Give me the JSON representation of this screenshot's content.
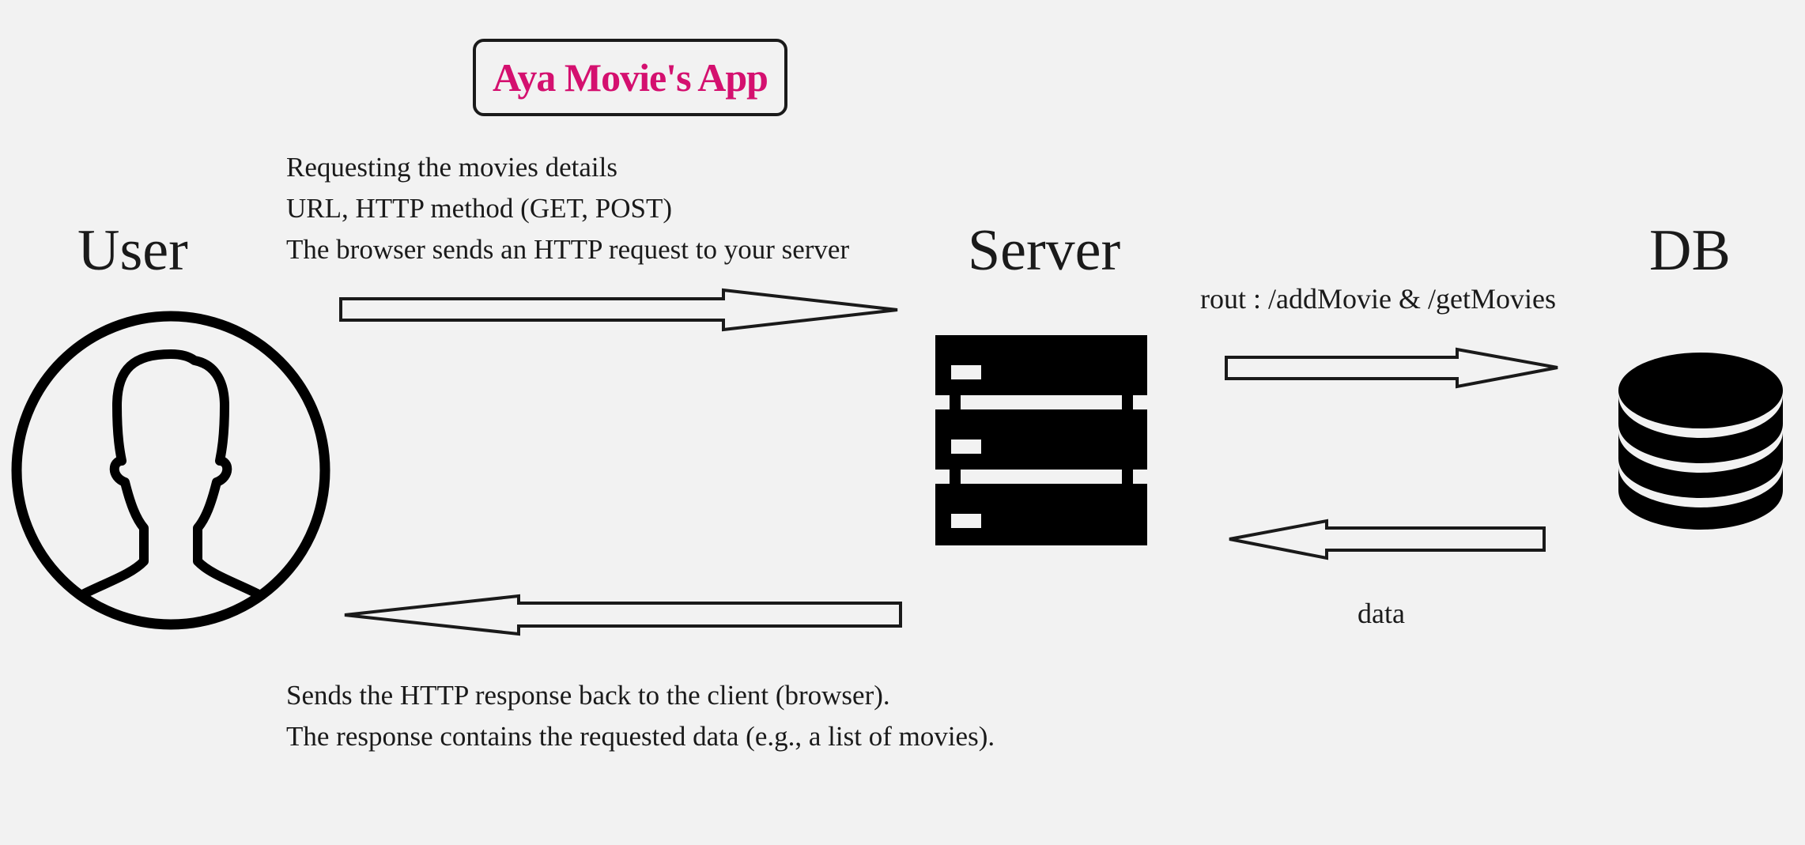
{
  "title": "Aya Movie's App",
  "colors": {
    "accent": "#d4106f",
    "ink": "#1a1a1a",
    "background": "#f2f2f2"
  },
  "nodes": {
    "user": {
      "label": "User",
      "icon": "user-silhouette-icon"
    },
    "server": {
      "label": "Server",
      "icon": "server-rack-icon"
    },
    "db": {
      "label": "DB",
      "icon": "database-icon"
    }
  },
  "request": {
    "lines": [
      "Requesting the movies details",
      "URL, HTTP method (GET, POST)",
      "The browser sends an HTTP request to your server"
    ]
  },
  "response": {
    "lines": [
      "Sends the HTTP response back to the client (browser).",
      "The response contains the requested data (e.g., a list of movies)."
    ]
  },
  "route_label": "rout : /addMovie  & /getMovies",
  "data_label": "data"
}
